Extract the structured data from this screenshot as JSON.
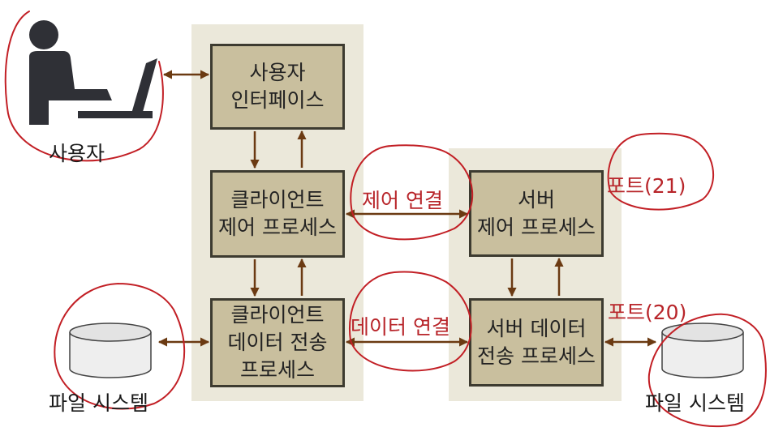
{
  "user": {
    "label": "사용자"
  },
  "boxes": {
    "ui": [
      "사용자",
      "인터페이스"
    ],
    "client_ctrl": [
      "클라이언트",
      "제어 프로세스"
    ],
    "client_data": [
      "클라이언트",
      "데이터 전송",
      "프로세스"
    ],
    "server_ctrl": [
      "서버",
      "제어 프로세스"
    ],
    "server_data": [
      "서버 데이터",
      "전송 프로세스"
    ]
  },
  "connections": {
    "control": "제어 연결",
    "data": "데이터 연결"
  },
  "ports": {
    "control": "포트(21)",
    "data": "포트(20)"
  },
  "filesystems": {
    "left": "파일 시스템",
    "right": "파일 시스템"
  },
  "colors": {
    "box_fill": "#c9bf9e",
    "panel_fill": "#ebe8da",
    "arrow": "#6b3a12",
    "annotation": "#b8252a"
  }
}
